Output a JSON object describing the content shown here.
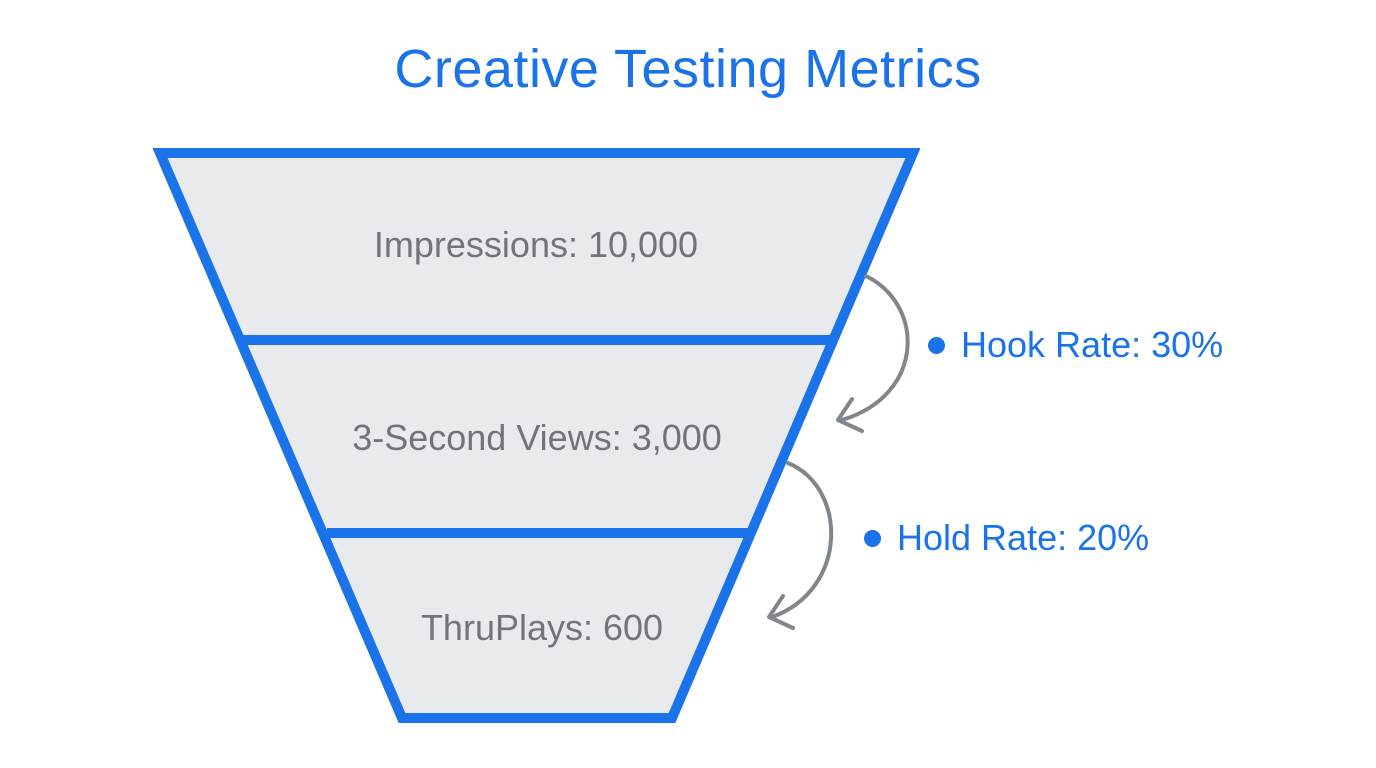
{
  "title": "Creative Testing Metrics",
  "colors": {
    "accent": "#1a73e8",
    "fill": "#e8eaed",
    "label_text": "#70757a",
    "arrow": "#80868b"
  },
  "funnel": {
    "stages": [
      {
        "label": "Impressions: 10,000",
        "metric": "Impressions",
        "value": 10000
      },
      {
        "label": "3-Second Views: 3,000",
        "metric": "3-Second Views",
        "value": 3000
      },
      {
        "label": "ThruPlays: 600",
        "metric": "ThruPlays",
        "value": 600
      }
    ],
    "rates": [
      {
        "label": "Hook Rate: 30%",
        "from": "Impressions",
        "to": "3-Second Views",
        "value": 30
      },
      {
        "label": "Hold Rate: 20%",
        "from": "3-Second Views",
        "to": "ThruPlays",
        "value": 20
      }
    ]
  }
}
